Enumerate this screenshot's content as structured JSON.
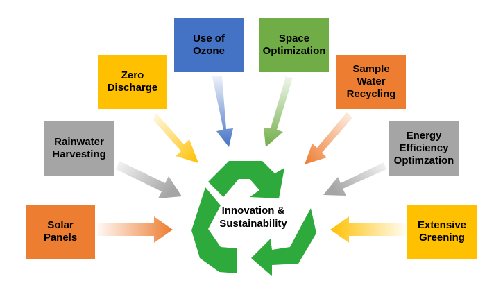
{
  "center": {
    "label": "Innovation &\nSustainability"
  },
  "colors": {
    "orange": "#ED7D31",
    "gray": "#A5A5A5",
    "gold": "#FFC000",
    "blue": "#4472C4",
    "green": "#70AD47",
    "recycle_green": "#2EAA3C"
  },
  "nodes": [
    {
      "id": "solar-panels",
      "label": "Solar\nPanels",
      "color": "orange"
    },
    {
      "id": "rainwater-harvesting",
      "label": "Rainwater\nHarvesting",
      "color": "gray"
    },
    {
      "id": "zero-discharge",
      "label": "Zero\nDischarge",
      "color": "gold"
    },
    {
      "id": "use-of-ozone",
      "label": "Use of\nOzone",
      "color": "blue"
    },
    {
      "id": "space-optimization",
      "label": "Space\nOptimization",
      "color": "green"
    },
    {
      "id": "sample-water-recycling",
      "label": "Sample\nWater\nRecycling",
      "color": "orange"
    },
    {
      "id": "energy-efficiency",
      "label": "Energy\nEfficiency\nOptimzation",
      "color": "gray"
    },
    {
      "id": "extensive-greening",
      "label": "Extensive\nGreening",
      "color": "gold"
    }
  ]
}
